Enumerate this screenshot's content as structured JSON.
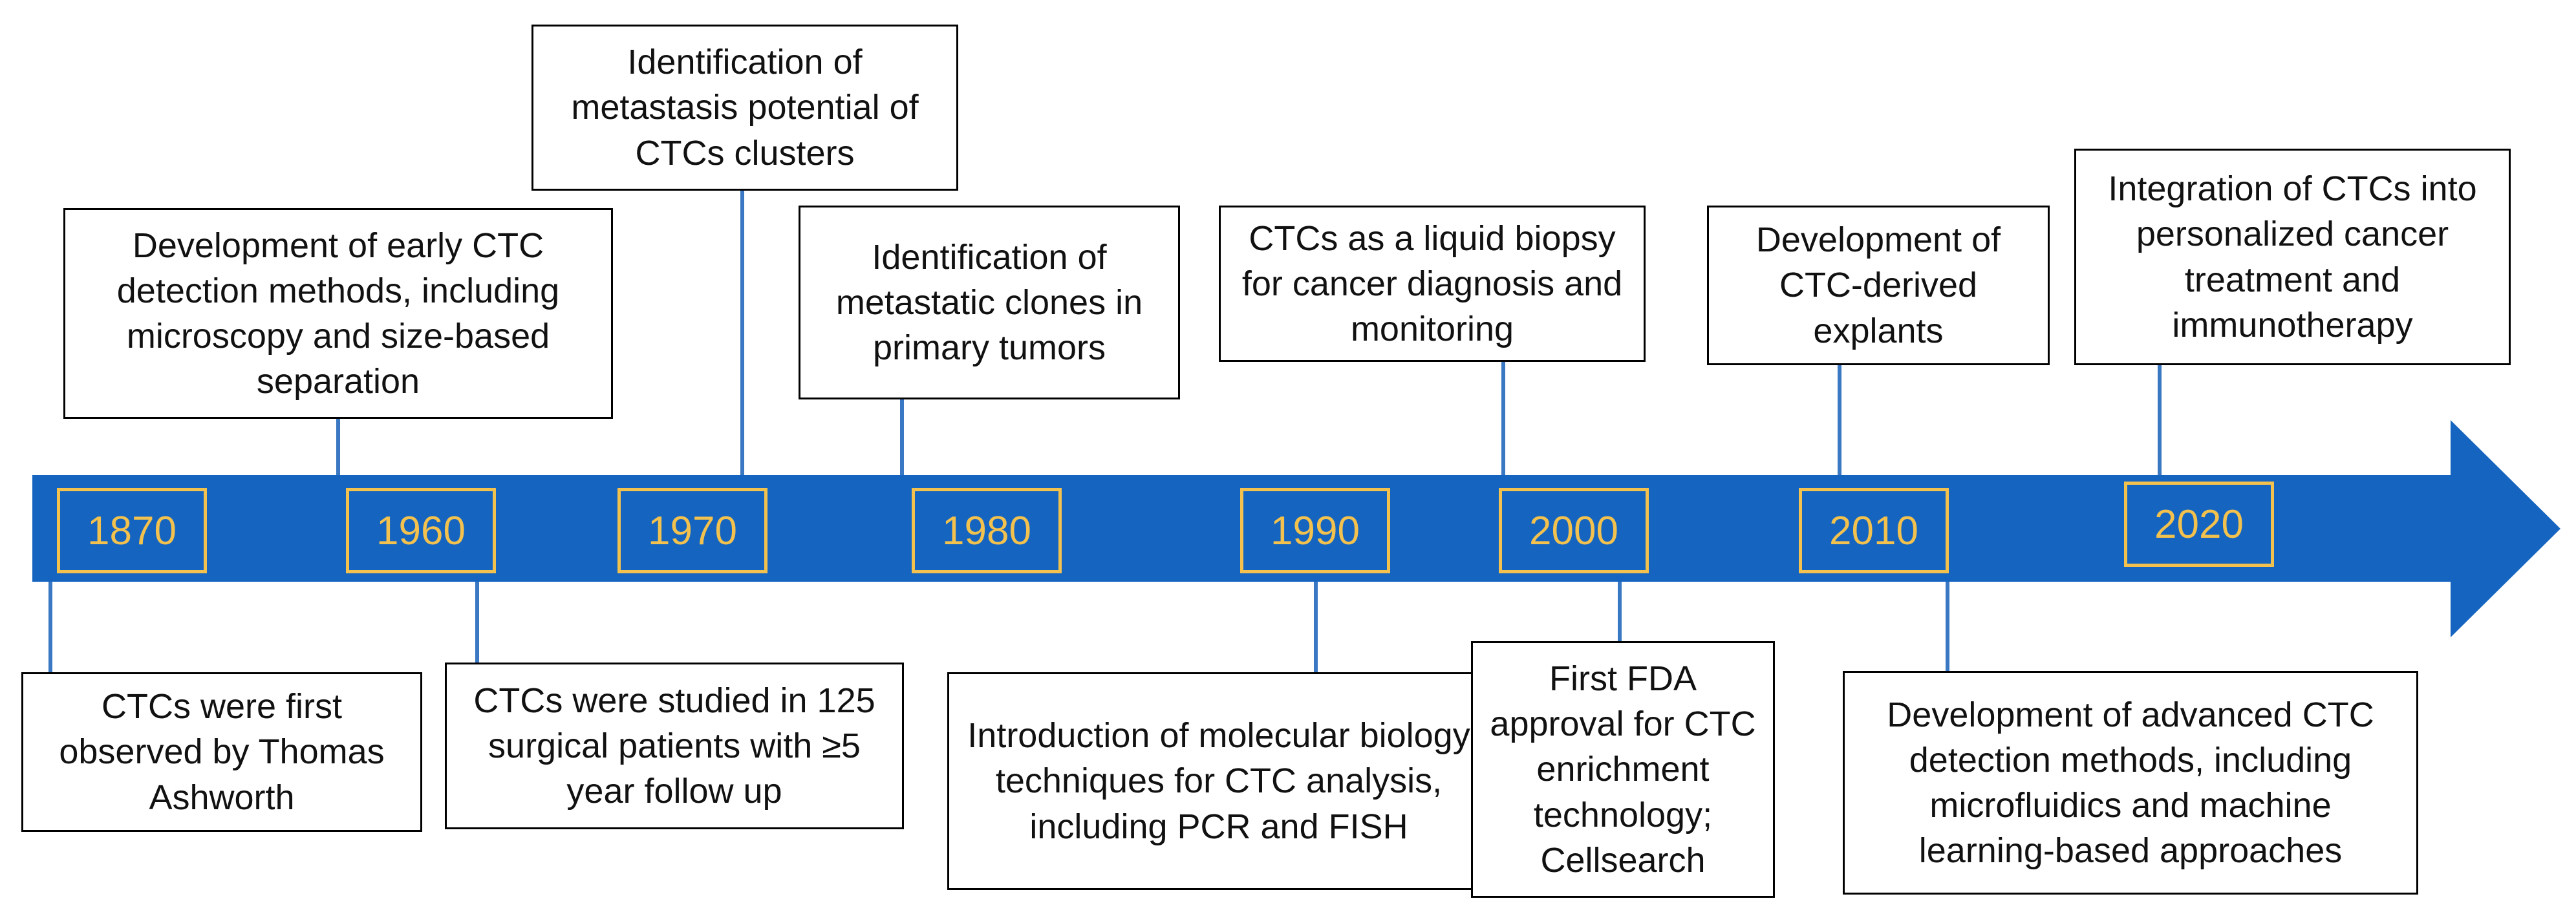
{
  "colors": {
    "arrow": "#1565c0",
    "year": "#f2c14e",
    "connector": "#3a78c3",
    "box_border": "#000000"
  },
  "years": [
    "1870",
    "1960",
    "1970",
    "1980",
    "1990",
    "2000",
    "2010",
    "2020"
  ],
  "events_above": [
    {
      "text": "Development of early CTC detection methods, including microscopy and size-based separation"
    },
    {
      "text": "Identification of metastasis potential of CTCs clusters"
    },
    {
      "text": "Identification of metastatic clones in primary tumors"
    },
    {
      "text": "CTCs as a liquid biopsy for cancer diagnosis and monitoring"
    },
    {
      "text": "Development of CTC-derived explants"
    },
    {
      "text": "Integration of CTCs into personalized cancer treatment and immunotherapy"
    }
  ],
  "events_below": [
    {
      "text": "CTCs were first observed by Thomas Ashworth"
    },
    {
      "text": "CTCs were studied in 125 surgical patients with ≥5 year follow up"
    },
    {
      "text": "Introduction of molecular biology techniques for CTC analysis, including PCR and FISH"
    },
    {
      "text": "First FDA approval for CTC enrichment technology; Cellsearch"
    },
    {
      "text": "Development of advanced CTC detection methods, including microfluidics and machine learning-based approaches"
    }
  ]
}
